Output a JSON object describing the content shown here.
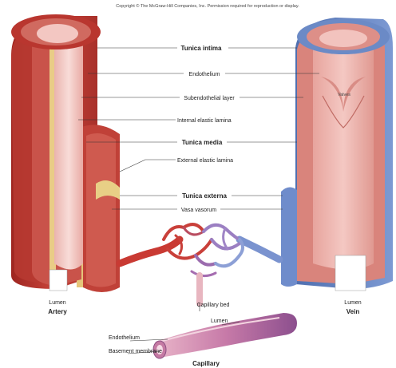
{
  "copyright": "Copyright © The McGraw-Hill Companies, Inc. Permission required for reproduction or display.",
  "labels": {
    "tunica_intima": "Tunica intima",
    "endothelium": "Endothelium",
    "subendothelial_layer": "Subendothelial layer",
    "internal_elastic_lamina": "Internal elastic lamina",
    "tunica_media": "Tunica media",
    "external_elastic_lamina": "External elastic lamina",
    "tunica_externa": "Tunica externa",
    "vasa_vasorum": "Vasa vasorum",
    "valves": "Valves",
    "capillary_bed": "Capillary bed",
    "artery_lumen": "Lumen",
    "artery": "Artery",
    "vein_lumen": "Lumen",
    "vein": "Vein",
    "cap_endothelium": "Endothelium",
    "cap_lumen": "Lumen",
    "basement_membrane": "Basement membrane",
    "capillary": "Capillary"
  },
  "colors": {
    "artery_outer": "#b8322b",
    "muscle": "#c9534a",
    "intima": "#f1c9c4",
    "lumen_pink": "#f6d6d3",
    "elastic_yellow": "#e8cf86",
    "vein_blue": "#5d7fbf",
    "vein_wall": "#d9847c",
    "capillary_purple": "#9b7fc2",
    "capillary_red": "#d0433b",
    "capillary_blue": "#7a93cf"
  }
}
